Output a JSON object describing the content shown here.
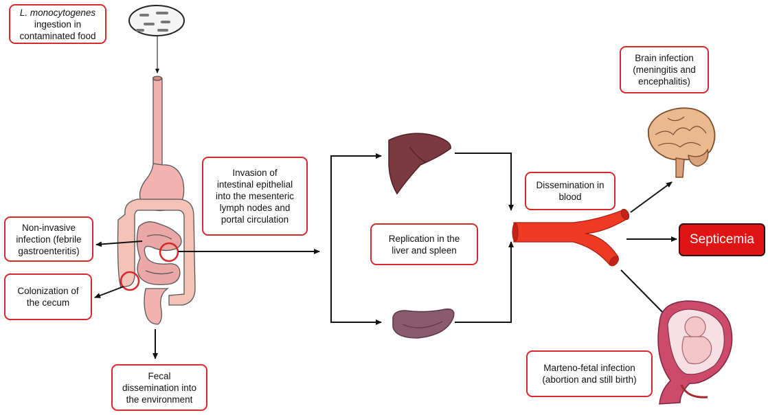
{
  "boxes": {
    "ingestion": {
      "line1_italic": "L. monocytogenes",
      "line2": "ingestion in",
      "line3": "contaminated food"
    },
    "noninvasive": {
      "line1": "Non-invasive",
      "line2": "infection (febrile",
      "line3": "gastroenteritis)"
    },
    "colonization": {
      "line1": "Colonization of",
      "line2": "the cecum"
    },
    "fecal": {
      "line1": "Fecal",
      "line2": "dissemination into",
      "line3": "the environment"
    },
    "invasion": {
      "line1": "Invasion of",
      "line2": "intestinal epithelial",
      "line3": "into the mesenteric",
      "line4": "lymph nodes and",
      "line5": "portal circulation"
    },
    "replication": {
      "line1": "Replication in the",
      "line2": "liver and spleen"
    },
    "dissemination": {
      "line1": "Dissemination in",
      "line2": "blood"
    },
    "brain": {
      "line1": "Brain infection",
      "line2": "(meningitis and",
      "line3": "encephalitis)"
    },
    "maternal": {
      "line1": "Marteno-fetal infection",
      "line2": "(abortion and still birth)"
    }
  },
  "septicemia": "Septicemia",
  "colors": {
    "box_border": "#d9262b",
    "septicemia_fill": "#e01414",
    "vessel": "#ef3b24",
    "arrow": "#111111",
    "liver": "#7a3a40",
    "spleen": "#8a5a6e",
    "gut": "#f2b3b0",
    "brain": "#e9b98f"
  },
  "icons": [
    "bacteria-dish-icon",
    "digestive-tract-icon",
    "liver-icon",
    "spleen-icon",
    "blood-vessel-icon",
    "brain-icon",
    "fetus-uterus-icon"
  ]
}
